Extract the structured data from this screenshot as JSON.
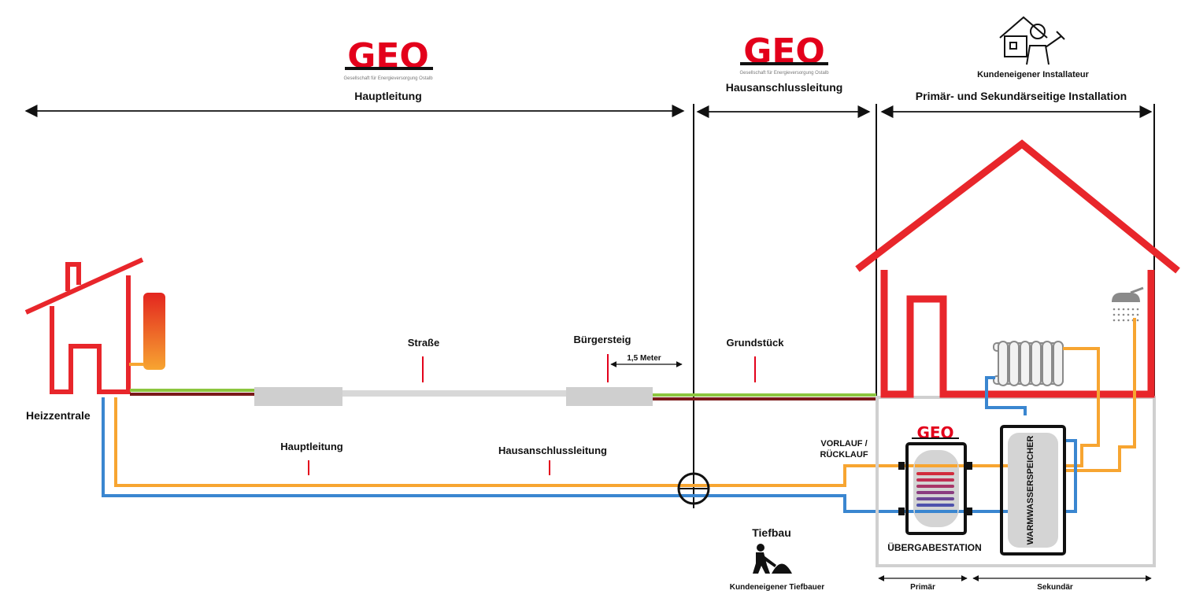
{
  "brand": {
    "logo_text": "GEO",
    "logo_color": "#e3001b",
    "tagline": "Gesellschaft für Energieversorgung Ostalb"
  },
  "sections": {
    "main_line": "Hauptleitung",
    "house_connection": "Hausanschlussleitung",
    "installation": "Primär- und Sekundärseitige Installation",
    "installer": "Kundeneigener Installateur"
  },
  "ground": {
    "street": "Straße",
    "sidewalk": "Bürgersteig",
    "sidewalk_width": "1,5 Meter",
    "property": "Grundstück"
  },
  "plant": {
    "label": "Heizzentrale"
  },
  "pipes": {
    "main_line": "Hauptleitung",
    "house_connection": "Hausanschlussleitung",
    "flow_return_1": "VORLAUF /",
    "flow_return_2": "RÜCKLAUF",
    "supply_color": "#f7a531",
    "return_color": "#3a86d0"
  },
  "civil_works": {
    "title": "Tiefbau",
    "contractor": "Kundeneigener Tiefbauer"
  },
  "house": {
    "transfer_station": "ÜBERGABESTATION",
    "hot_water_tank": "WARMWASSERSPEICHER",
    "primary": "Primär",
    "secondary": "Sekundär",
    "house_color": "#e8262b"
  },
  "icons": {
    "shower": "shower-icon",
    "radiator": "radiator-icon",
    "installer": "installer-icon",
    "digger": "digger-icon"
  }
}
